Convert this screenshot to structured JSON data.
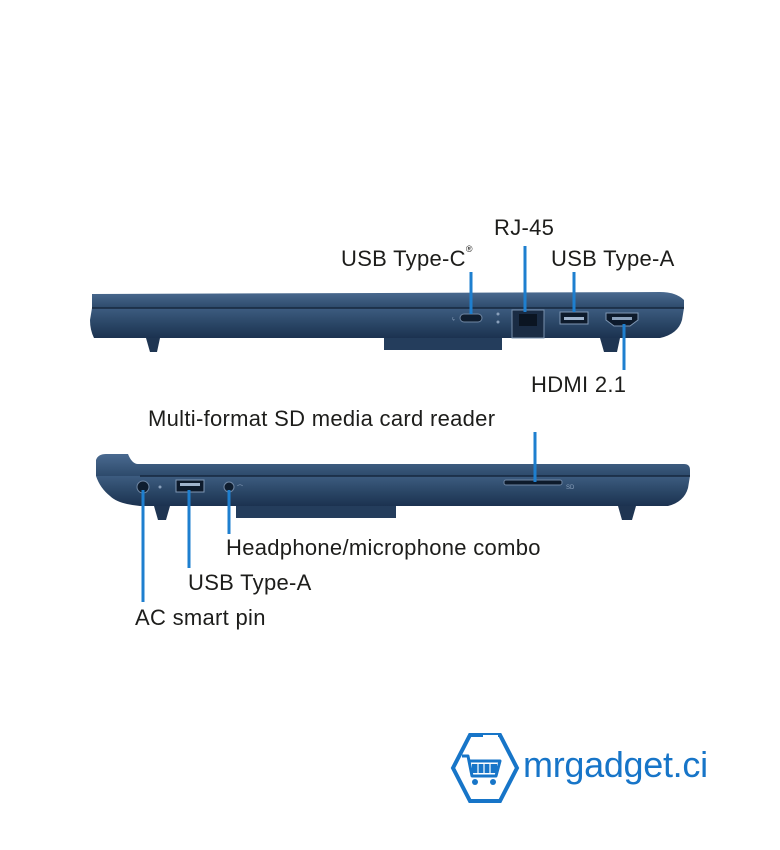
{
  "labels": {
    "usb_c_prefix": "USB Type-C",
    "usb_c_mark": "®",
    "rj45": "RJ-45",
    "usb_a_right": "USB Type-A",
    "hdmi": "HDMI 2.1",
    "sd_reader": "Multi-format SD media card reader",
    "headphone": "Headphone/microphone combo",
    "usb_a_left": "USB Type-A",
    "ac_pin": "AC smart pin"
  },
  "logo": {
    "text": "mrgadget.ci",
    "icon": "shopping-cart-icon"
  },
  "colors": {
    "laptop_body": "#2c4766",
    "laptop_dark": "#1d3450",
    "callout_line": "#1e7fcf",
    "brand_blue": "#1775c8"
  }
}
